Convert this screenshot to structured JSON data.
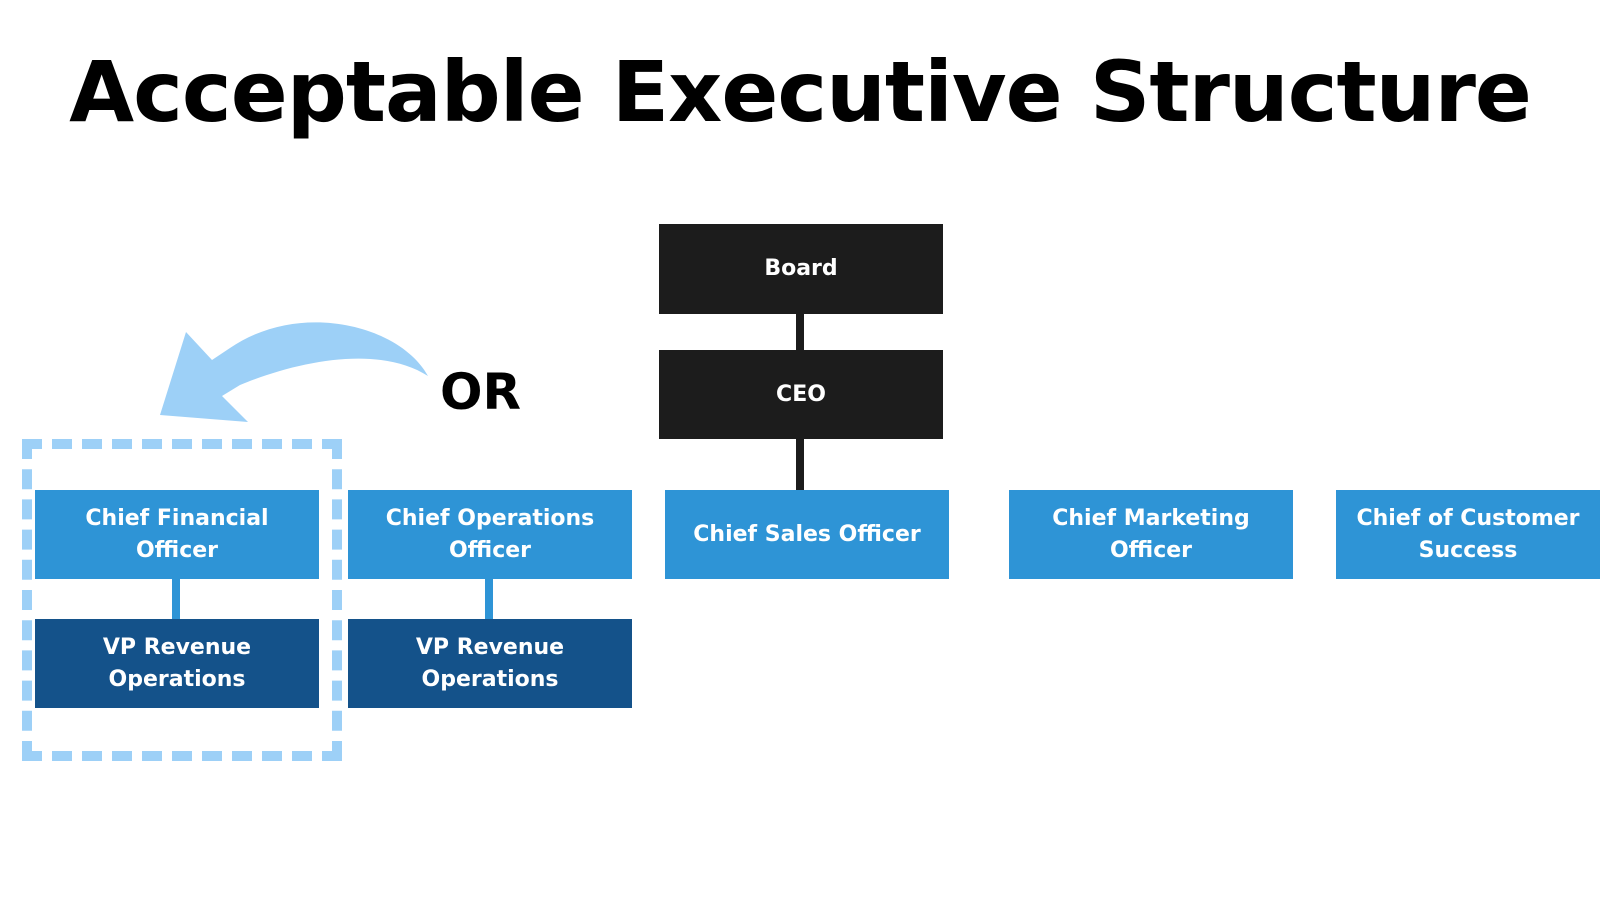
{
  "title": "Acceptable Executive Structure",
  "alternative_label": "OR",
  "nodes": {
    "board": "Board",
    "ceo": "CEO",
    "cfo": "Chief Financial Officer",
    "coo": "Chief Operations Officer",
    "cso": "Chief Sales Officer",
    "cmo": "Chief Marketing Officer",
    "ccs": "Chief of Customer Success",
    "vp_under_cfo": "VP Revenue Operations",
    "vp_under_coo": "VP Revenue Operations"
  },
  "colors": {
    "executive_box": "#1c1c1c",
    "chief_box": "#2e94d6",
    "vp_box": "#14528a",
    "highlight": "#9dd0f7"
  },
  "icons": {
    "arrow": "curved-arrow-left-icon"
  }
}
